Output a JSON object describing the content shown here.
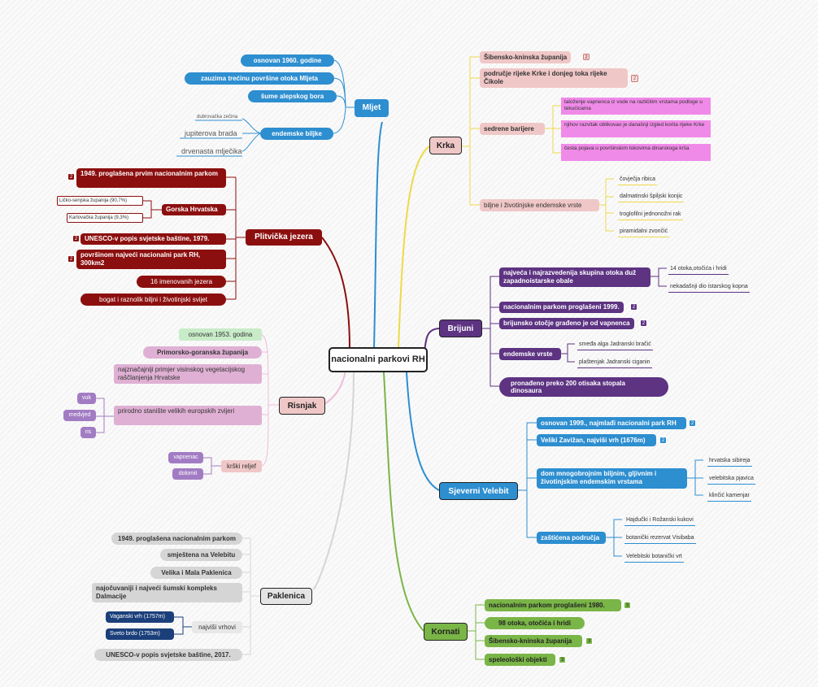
{
  "root": "nacionalni parkovi RH",
  "mljet": {
    "title": "Mljet",
    "i1": "osnovan 1960. godine",
    "i2": "zauzima trećinu površine otoka Mljeta",
    "i3": "šume alepskog bora",
    "i4": "endemske biljke",
    "p1": "dubrovačka zečina",
    "p2": "jupiterova brada",
    "p3": "drvenasta mlječika"
  },
  "plitvice": {
    "title": "Plitvička jezera",
    "i1": "1949. proglašena prvim nacionalnim parkom",
    "i2": "Gorska Hrvatska",
    "i2a": "Ličko-senjska županija (90,7%)",
    "i2b": "Karlovačka županija (9,3%)",
    "i3": "UNESCO-v popis svjetske baštine, 1979.",
    "i4": "površinom najveći nacionalni park RH, 300km2",
    "i5": "16 imenovanih jezera",
    "i6": "bogat i raznolik biljni i životinjski svijet"
  },
  "risnjak": {
    "title": "Risnjak",
    "i1": "osnovan 1953. godina",
    "i2": "Primorsko-goranska županija",
    "i3": "najznačajniji primjer visinskog vegetacijskog raščlanjenja Hrvatske",
    "i4": "prirodno stanište velikih europskih zvijeri",
    "a1": "vuk",
    "a2": "medvjed",
    "a3": "ris",
    "i5": "krški reljef",
    "k1": "vapnenac",
    "k2": "dolomit"
  },
  "paklenica": {
    "title": "Paklenica",
    "i1": "1949. proglašena nacionalnim parkom",
    "i2": "smještena na Velebitu",
    "i3": "Velika i Mala Paklenica",
    "i4": "najočuvaniji i najveći šumski kompleks Dalmacije",
    "i5": "najviši vrhovi",
    "v1": "Vaganski vrh (1757m)",
    "v2": "Sveto brdo (1753m)",
    "i6": "UNESCO-v popis svjetske baštine, 2017."
  },
  "krka": {
    "title": "Krka",
    "i1": "Šibensko-kninska županija",
    "i2": "područje rijeke Krke i donjeg toka rijeke Čikole",
    "i3": "sedrene barijere",
    "s1": "taloženje vapnenca iz vode na različitim vrstama podloge u tekućicama",
    "s2": "njihov razvitak oblikovao je današnji izgled korita rijeke Krke",
    "s3": "česta pojava u površinskim tokovima dinarskoga krša",
    "i4": "biljne i životinjske endemske vrste",
    "e1": "čovječja ribica",
    "e2": "dalmatinski špiljski konjic",
    "e3": "troglofilni jednonožni rak",
    "e4": "piramidalni zvončić"
  },
  "brijuni": {
    "title": "Brijuni",
    "i1": "najveća i najrazvedenija skupina otoka duž zapadnoistarske obale",
    "i1a": "14 otoka,otočića i hridi",
    "i1b": "nekadašnji dio istarskog kopna",
    "i2": "nacionalnim parkom proglašeni 1999.",
    "i3": "brijunsko otočje građeno je od vapnenca",
    "i4": "endemske vrste",
    "i4a": "smeđa alga Jadranski bračić",
    "i4b": "plaštenjak Jadranski ciganin",
    "i5": "pronađeno preko 200 otisaka stopala dinosaura"
  },
  "velebit": {
    "title": "Sjeverni Velebit",
    "i1": "osnovan 1999., najmlađi nacionalni park RH",
    "i2": "Veliki Zavižan, najviši vrh (1676m)",
    "i3": "dom mnogobrojnim biljnim, gljivnim i životinjskim endemskim vrstama",
    "i3a": "hrvatska sibireja",
    "i3b": "velebitska pjavica",
    "i3c": "klinčić kamenjar",
    "i4": "zaštićena područja",
    "i4a": "Hajdučki i Rožanski kukovi",
    "i4b": "botanički rezervat Visibaba",
    "i4c": "Velebitski botanički vrt"
  },
  "kornati": {
    "title": "Kornati",
    "i1": "nacionalnim parkom proglašeni 1980.",
    "i2": "98 otoka, otočića i hridi",
    "i3": "Šibensko-kninska županija",
    "i4": "speleološki objekti"
  },
  "badges": {
    "two": "2",
    "three": "3"
  },
  "colors": {
    "mljet": "#2d8ed0",
    "plitvice": "#8c0f0f",
    "risnjak": "#d9a0c4",
    "paklenica": "#cfcfcf",
    "krka": "#f0c7c7",
    "brijuni": "#5d3382",
    "velebit": "#2d8ed0",
    "kornati": "#7ab547",
    "krka_sub": "#f08ae8",
    "risnjak_sub": "#a27cc3",
    "paklenica_sub": "#1b3f7a"
  }
}
